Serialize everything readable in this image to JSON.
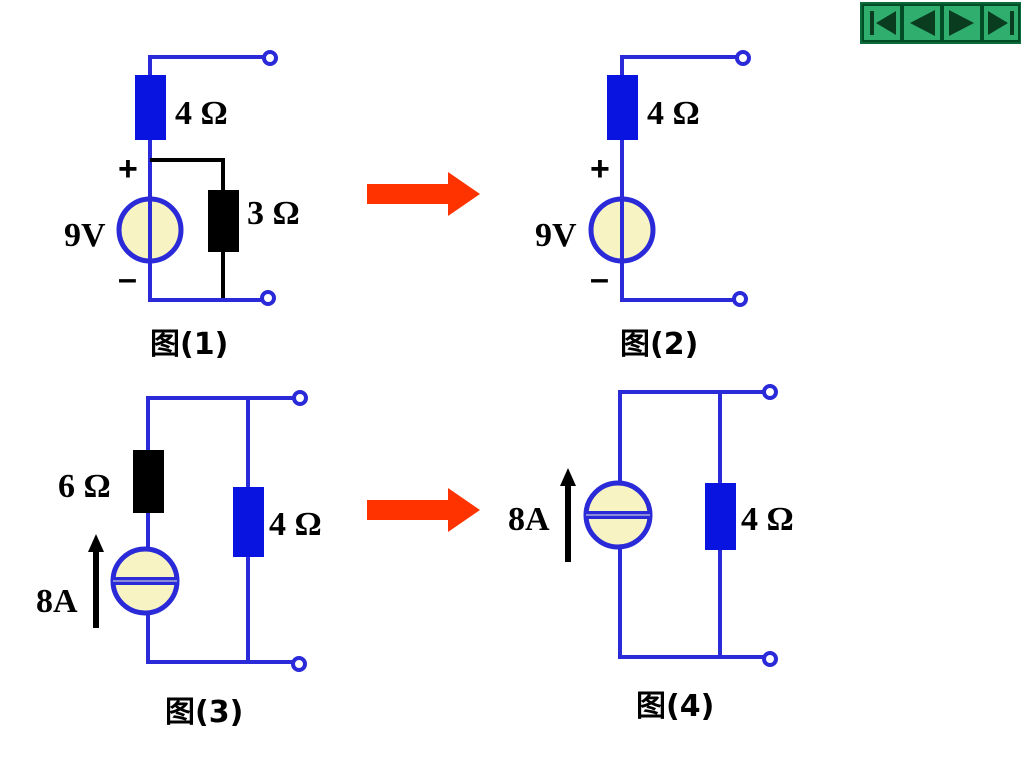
{
  "nav": {
    "buttons": [
      "first",
      "previous",
      "next",
      "last"
    ],
    "colors": {
      "face": "#2fae6e",
      "frame": "#006633",
      "glyph": "#0a3d20"
    }
  },
  "colors": {
    "wire": "#2a2ad8",
    "resistor_blue": "#0a14e0",
    "resistor_black": "#000000",
    "source_fill": "#f7f3c2",
    "arrow": "#ff3300"
  },
  "fig1": {
    "caption": "图(1)",
    "voltage_label": "9V",
    "plus": "+",
    "minus": "–",
    "r_series_label": "4 Ω",
    "r_parallel_label": "3 Ω"
  },
  "fig2": {
    "caption": "图(2)",
    "voltage_label": "9V",
    "plus": "+",
    "minus": "–",
    "r_series_label": "4 Ω"
  },
  "fig3": {
    "caption": "图(3)",
    "current_label": "8A",
    "r_series_label": "6 Ω",
    "r_parallel_label": "4 Ω"
  },
  "fig4": {
    "caption": "图(4)",
    "current_label": "8A",
    "r_parallel_label": "4 Ω"
  }
}
